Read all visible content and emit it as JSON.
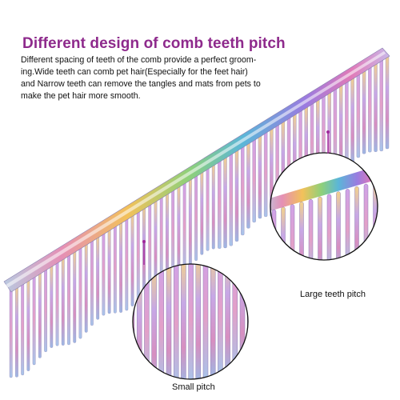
{
  "title": "Different design of comb teeth pitch",
  "description": {
    "lines": [
      "Different spacing of teeth of the comb provide a perfect groom-",
      "ing.Wide teeth can comb pet hair(Especially for the feet hair)",
      "and Narrow teeth can remove the tangles and mats from pets to",
      "make the pet hair more smooth."
    ]
  },
  "callouts": {
    "large": "Large teeth pitch",
    "small": "Small pitch"
  },
  "colors": {
    "title": "#8e2a8c",
    "pointer": "#a0289c",
    "rainbow": [
      "#e43a8f",
      "#f0a23c",
      "#e8e04a",
      "#4fc6a8",
      "#4a7fe0",
      "#9b5ad8"
    ]
  }
}
